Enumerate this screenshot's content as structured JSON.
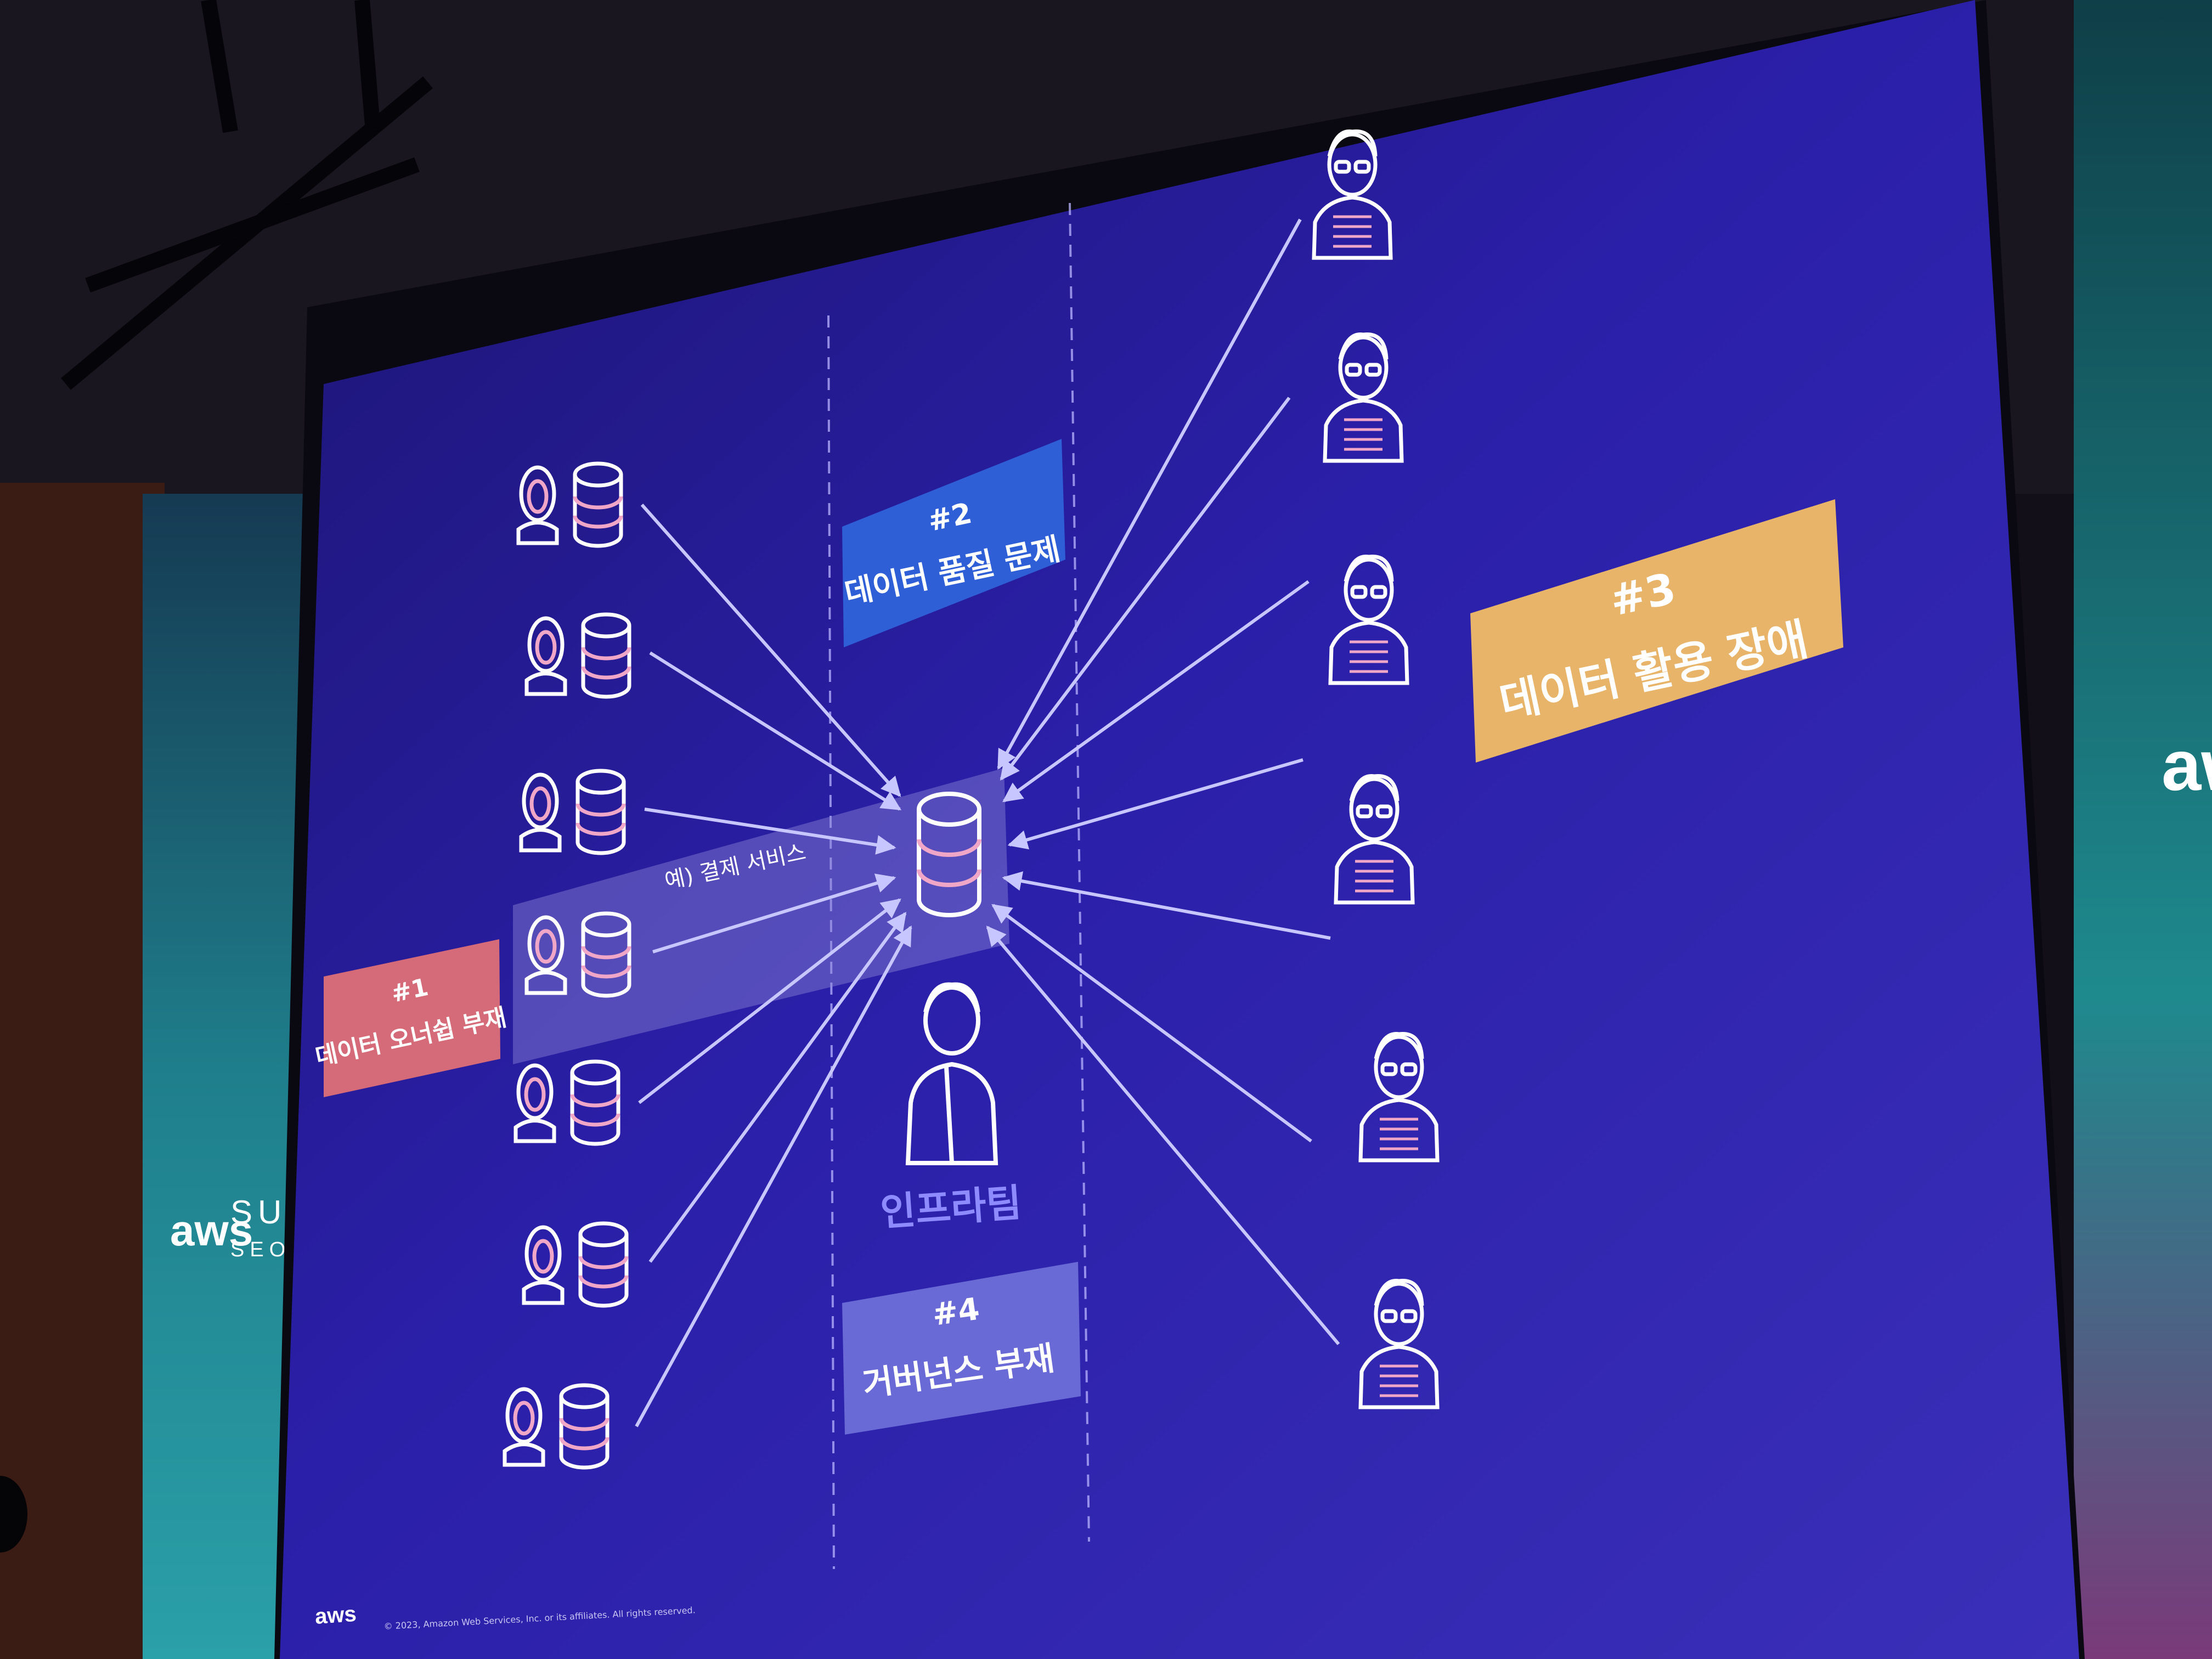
{
  "slide": {
    "label1": {
      "num": "#1",
      "text": "데이터 오너쉽 부재"
    },
    "label2": {
      "num": "#2",
      "text": "데이터 품질 문제"
    },
    "label3": {
      "num": "#3",
      "text": "데이터 활용 장애"
    },
    "label4": {
      "num": "#4",
      "text": "거버넌스 부재"
    },
    "example_text": "예) 결제 서비스",
    "infra_team": "인프라팀",
    "footer_logo": "aws",
    "copyright": "© 2023, Amazon Web Services, Inc. or its affiliates. All rights reserved."
  },
  "banner_left": {
    "brand": "aws",
    "event": "SUMMIT",
    "city": "SEOUL"
  },
  "banner_right": {
    "brand": "aws"
  },
  "colors": {
    "slide_bg": "#2a1c9c",
    "label1": "#d56a78",
    "label2": "#2f5fd6",
    "label3": "#e7b46a",
    "label4": "#6a6ad6",
    "banner": "#1f7f8c"
  }
}
